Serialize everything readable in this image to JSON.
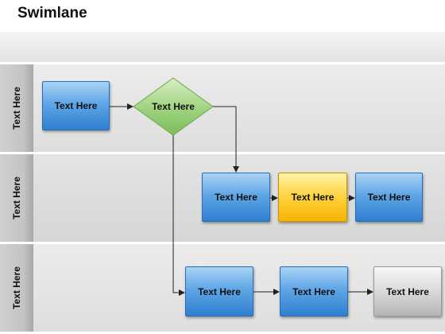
{
  "title": "Swimlane",
  "lanes": [
    {
      "label": "Text Here"
    },
    {
      "label": "Text Here"
    },
    {
      "label": "Text Here"
    }
  ],
  "nodes": {
    "lane1_process": "Text Here",
    "lane1_decision": "Text Here",
    "lane2_box1": "Text Here",
    "lane2_box2": "Text Here",
    "lane2_box3": "Text Here",
    "lane3_box1": "Text Here",
    "lane3_box2": "Text Here",
    "lane3_box3": "Text Here"
  },
  "colors": {
    "process": "#3d8fdc",
    "highlight": "#ffd23f",
    "end": "#cfcfcf",
    "decision": "#9fd27f"
  }
}
